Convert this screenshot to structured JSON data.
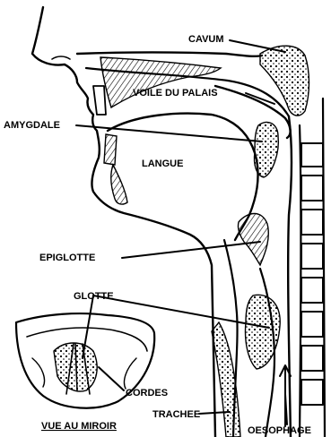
{
  "labels": {
    "cavum": "CAVUM",
    "voile": "VOILE DU PALAIS",
    "amygdale": "AMYGDALE",
    "langue": "LANGUE",
    "epiglotte": "EPIGLOTTE",
    "glotte": "GLOTTE",
    "cordes": "CORDES",
    "trachee": "TRACHEE",
    "oesophage": "OESOPHAGE",
    "vue": "VUE AU MIROIR"
  },
  "colors": {
    "ink": "#000000",
    "background": "#ffffff"
  }
}
